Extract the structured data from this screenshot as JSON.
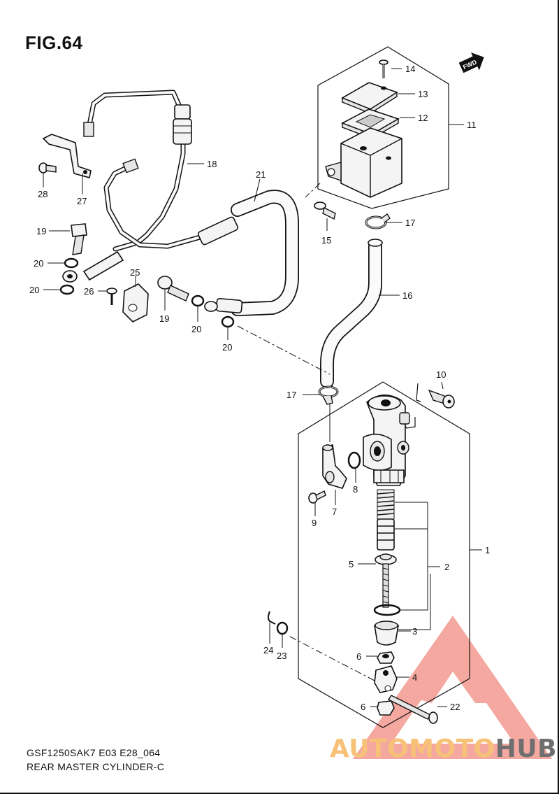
{
  "figure": {
    "title": "FIG.64"
  },
  "footer": {
    "model_code": "GSF1250SAK7 E03 E28_064",
    "caption": "REAR MASTER CYLINDER-C"
  },
  "direction_badge": "FWD",
  "watermark": {
    "part1": "AUTOMOTO",
    "part2": "HUB",
    "accent_color": "#f28b80",
    "text_color": "#f7c277"
  },
  "callouts": {
    "c1": "1",
    "c2": "2",
    "c3": "3",
    "c4": "4",
    "c5": "5",
    "c6a": "6",
    "c6b": "6",
    "c7": "7",
    "c8": "8",
    "c9": "9",
    "c10": "10",
    "c11": "11",
    "c12": "12",
    "c13": "13",
    "c14": "14",
    "c15": "15",
    "c16": "16",
    "c17a": "17",
    "c17b": "17",
    "c18": "18",
    "c19a": "19",
    "c19b": "19",
    "c20a": "20",
    "c20b": "20",
    "c20c": "20",
    "c20d": "20",
    "c21": "21",
    "c22": "22",
    "c23": "23",
    "c24": "24",
    "c25": "25",
    "c26": "26",
    "c27": "27",
    "c28": "28"
  }
}
